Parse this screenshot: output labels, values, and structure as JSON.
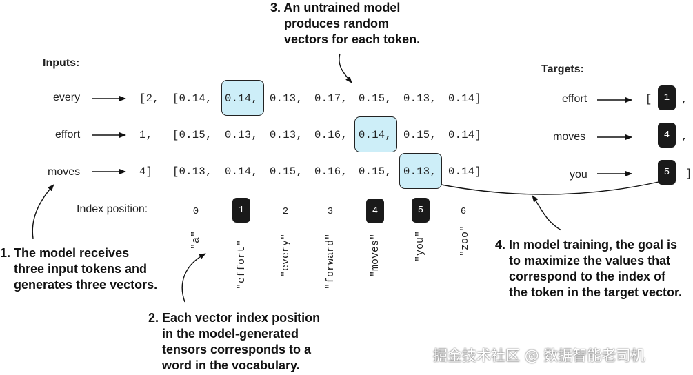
{
  "labels": {
    "inputs": "Inputs:",
    "targets": "Targets:",
    "index_position": "Index position:"
  },
  "rows": [
    {
      "token": "every",
      "id": "[2,",
      "vector": [
        "[0.14,",
        "0.14,",
        "0.13,",
        "0.17,",
        "0.15,",
        "0.13,",
        "0.14]"
      ],
      "highlight": 1,
      "target": "effort",
      "target_open": "[",
      "target_id": "1",
      "target_close": ","
    },
    {
      "token": "effort",
      "id": "1,",
      "vector": [
        "[0.15,",
        "0.13,",
        "0.13,",
        "0.16,",
        "0.14,",
        "0.15,",
        "0.14]"
      ],
      "highlight": 4,
      "target": "moves",
      "target_open": "",
      "target_id": "4",
      "target_close": ","
    },
    {
      "token": "moves",
      "id": "4]",
      "vector": [
        "[0.13,",
        "0.14,",
        "0.15,",
        "0.16,",
        "0.15,",
        "0.13,",
        "0.14]"
      ],
      "highlight": 5,
      "target": "you",
      "target_open": "",
      "target_id": "5",
      "target_close": "]"
    }
  ],
  "index_positions": [
    "0",
    "1",
    "2",
    "3",
    "4",
    "5",
    "6"
  ],
  "index_highlighted": [
    1,
    4,
    5
  ],
  "vocabulary": [
    "\"a\"",
    "\"effort\"",
    "\"every\"",
    "\"forward\"",
    "\"moves\"",
    "\"you\"",
    "\"zoo\""
  ],
  "notes": {
    "n1": "1. The model receives\n    three input tokens and\n    generates three vectors.",
    "n2": "2. Each vector index position\n    in the model-generated\n    tensors corresponds to a\n    word in the vocabulary.",
    "n3": "3. An untrained model\n    produces random\n    vectors for each token.",
    "n4": "4. In model training, the goal is\n    to maximize the values that\n    correspond to the index of\n    the token in the target vector."
  },
  "watermark": "掘金技术社区 @ 数据智能老司机"
}
